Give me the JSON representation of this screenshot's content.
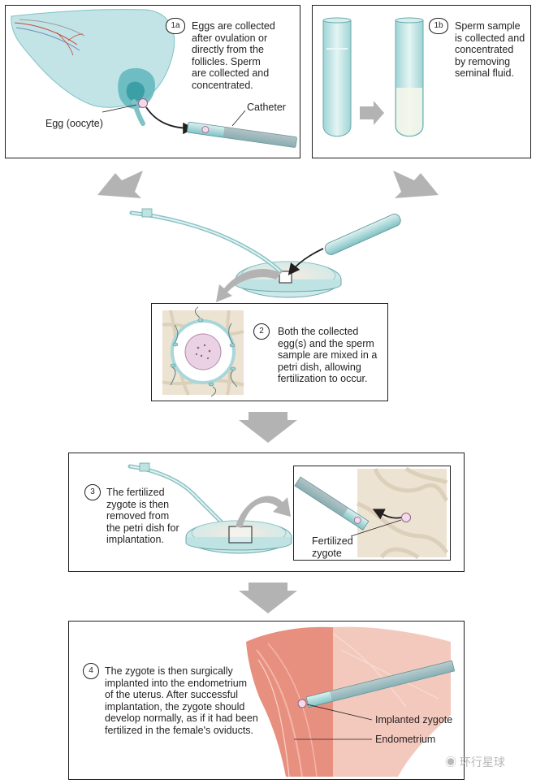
{
  "panels": {
    "p1a": {
      "step": "1a",
      "text": [
        "Eggs are collected",
        "after ovulation or",
        "directly from the",
        "follicles. Sperm",
        "are collected and",
        "concentrated."
      ],
      "label_egg": "Egg (oocyte)",
      "label_catheter": "Catheter"
    },
    "p1b": {
      "step": "1b",
      "text": [
        "Sperm sample",
        "is collected and",
        "concentrated",
        "by removing",
        "seminal fluid."
      ]
    },
    "p2": {
      "step": "2",
      "text": [
        "Both the collected",
        "egg(s) and the sperm",
        "sample are mixed in a",
        "petri dish, allowing",
        "fertilization to occur."
      ]
    },
    "p3": {
      "step": "3",
      "text": [
        "The fertilized",
        "zygote is then",
        "removed from",
        "the petri dish for",
        "implantation."
      ],
      "label_zygote": [
        "Fertilized",
        "zygote"
      ]
    },
    "p4": {
      "step": "4",
      "text": [
        "The zygote is then surgically",
        "implanted into the endometrium",
        "of the uterus. After successful",
        "implantation, the zygote should",
        "develop normally, as if it had been",
        "fertilized in the female's oviducts."
      ],
      "label_implanted": "Implanted zygote",
      "label_endometrium": "Endometrium"
    }
  },
  "watermark": "环行星球",
  "colors": {
    "tissue": "#a8d9dc",
    "tissue_dark": "#5fb6bb",
    "arrow": "#b3b3b3",
    "muscle": "#e8907f",
    "muscle_light": "#f3c9bd",
    "sand": "#ece3d2"
  }
}
